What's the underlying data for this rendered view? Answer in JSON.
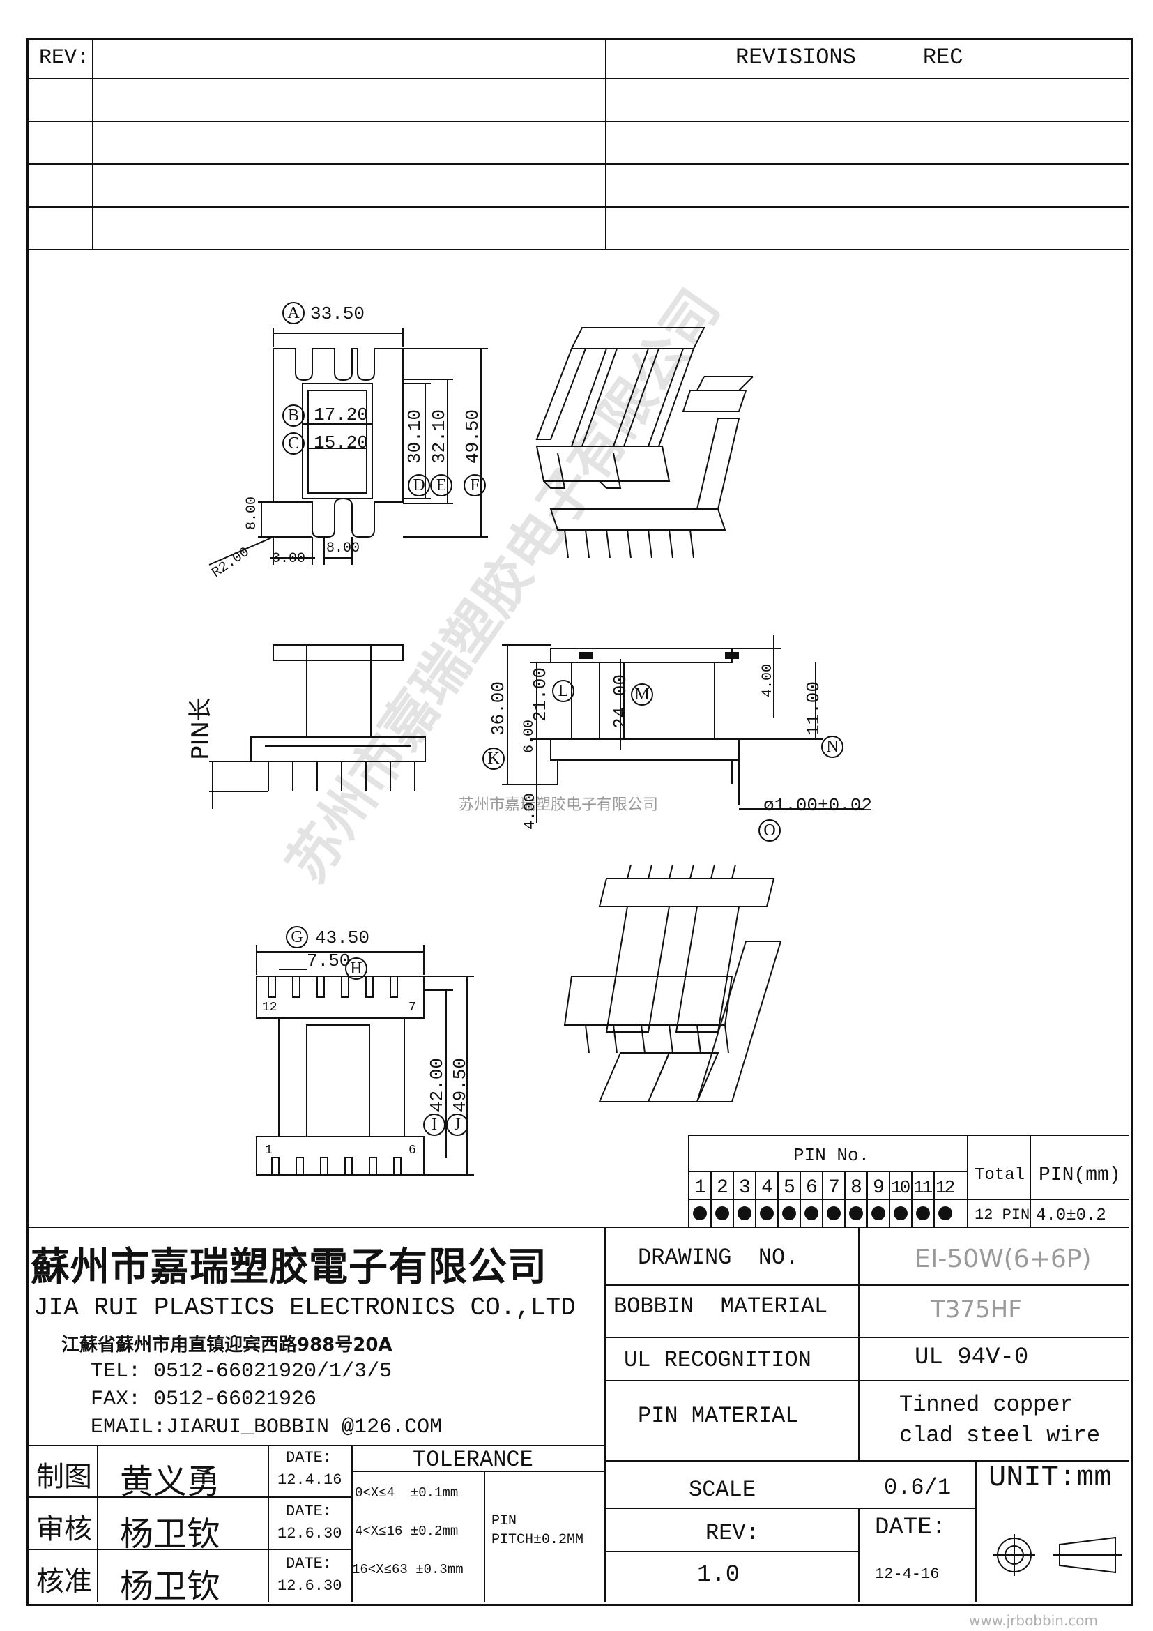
{
  "revisions": {
    "rev_label": "REV:",
    "header": "REVISIONS     REC"
  },
  "dims": {
    "A": "A",
    "A_val": "33.50",
    "B": "B",
    "B_val": "17.20",
    "C": "C",
    "C_val": "15.20",
    "D": "D",
    "D_val": "30.10",
    "E": "E",
    "E_val": "32.10",
    "F": "F",
    "F_val": "49.50",
    "left_8": "8.00",
    "bottom_3": "3.00",
    "bottom_8": "8.00",
    "radius": "R2.00",
    "pin_long": "PIN长",
    "K": "K",
    "K_val": "36.00",
    "L": "L",
    "L_val": "21.00",
    "M": "M",
    "M_val": "24.00",
    "N": "N",
    "N_val": "11.00",
    "top_4": "4.00",
    "six": "6.00",
    "bot_4": "4.00",
    "O": "O",
    "O_val": "ø1.00±0.02",
    "G": "G",
    "G_val": "43.50",
    "H": "H",
    "H_val": "7.50",
    "I": "I",
    "I_val": "42.00",
    "J": "J",
    "J_val": "49.50",
    "pin12": "12",
    "pin7": "7",
    "pin1": "1",
    "pin6": "6"
  },
  "watermark": {
    "center_text": "苏州市嘉瑞塑胶电子有限公司",
    "diagonal_text": "苏州市嘉瑞塑胶电子有限公司",
    "footer_url": "www.jrbobbin.com"
  },
  "pin_table": {
    "header": "PIN No.",
    "numbers": [
      "1",
      "2",
      "3",
      "4",
      "5",
      "6",
      "7",
      "8",
      "9",
      "10",
      "11",
      "12"
    ],
    "total_label": "Total",
    "pin_label": "PIN(mm)",
    "total_value": "12 PIN",
    "pin_value": "4.0±0.2"
  },
  "company": {
    "name_cn": "蘇州市嘉瑞塑胶電子有限公司",
    "name_en": "JIA RUI PLASTICS ELECTRONICS CO.,LTD",
    "address": "江蘇省蘇州市甪直镇迎宾西路988号20A",
    "tel": "TEL: 0512-66021920/1/3/5",
    "fax": "FAX: 0512-66021926",
    "email": "EMAIL:JIARUI_BOBBIN @126.COM"
  },
  "spec": {
    "drawing_no_label": "DRAWING  NO.",
    "drawing_no_value": "EI-50W(6+6P)",
    "bobbin_label": "BOBBIN  MATERIAL",
    "bobbin_value": "T375HF",
    "ul_label": "UL RECOGNITION",
    "ul_value": "UL 94V-0",
    "pin_material_label": "PIN MATERIAL",
    "pin_material_value_1": "Tinned copper",
    "pin_material_value_2": "clad steel wire",
    "scale_label": "SCALE",
    "scale_value": "0.6/1",
    "unit": "UNIT:mm",
    "rev_label": "REV:",
    "rev_value": "1.0",
    "date_label": "DATE:",
    "date_value": "12-4-16"
  },
  "signoff": [
    {
      "role": "制图",
      "name": "黄义勇",
      "date_label": "DATE:",
      "date": "12.4.16"
    },
    {
      "role": "审核",
      "name": "杨卫钦",
      "date_label": "DATE:",
      "date": "12.6.30"
    },
    {
      "role": "核准",
      "name": "杨卫钦",
      "date_label": "DATE:",
      "date": "12.6.30"
    }
  ],
  "tolerance": {
    "title": "TOLERANCE",
    "rows": [
      "0<X≤4  ±0.1mm",
      "4<X≤16 ±0.2mm",
      "16<X≤63 ±0.3mm"
    ],
    "pin_label": "PIN",
    "pin_pitch": "PITCH±0.2MM"
  }
}
